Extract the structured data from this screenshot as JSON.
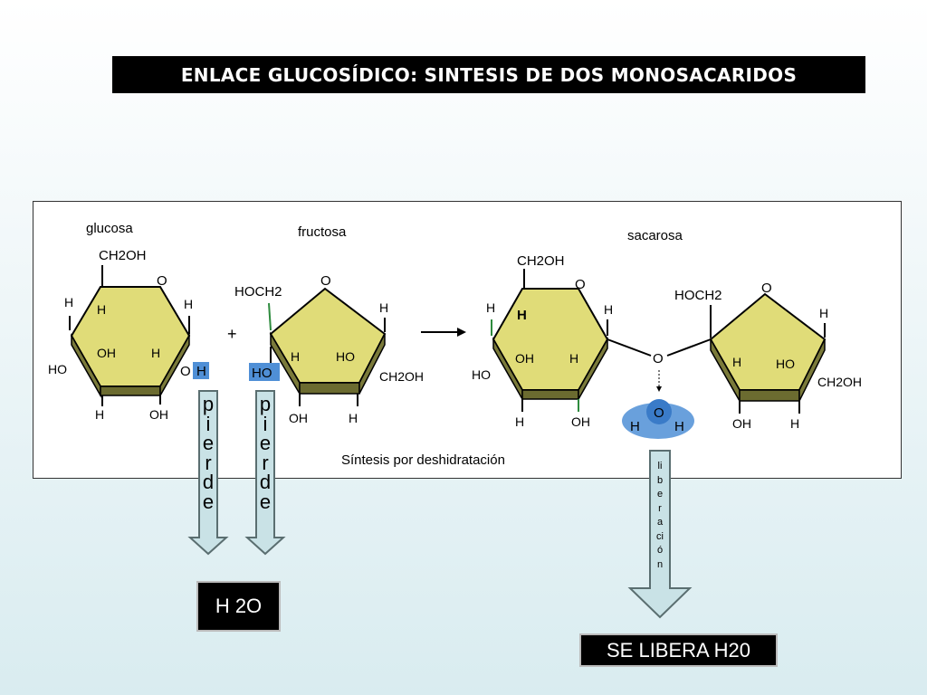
{
  "title": "ENLACE GLUCOSÍDICO: SINTESIS DE DOS MONOSACARIDOS",
  "diagram": {
    "glucosa_label": "glucosa",
    "fructosa_label": "fructosa",
    "sacarosa_label": "sacarosa",
    "caption": "Síntesis por deshidratación",
    "plus": "+",
    "water": {
      "h_left": "H",
      "o": "O",
      "h_right": "H"
    },
    "glucosa": {
      "ch2oh": "CH2OH",
      "ring_o": "O",
      "h_top_left": "H",
      "h_inner_left": "H",
      "h_right": "H",
      "oh_inner": "OH",
      "h_inner_right": "H",
      "ho_left": "HO",
      "oh_right": "O",
      "oh_right_h": "H",
      "h_bottom": "H",
      "oh_bottom": "OH"
    },
    "fructosa": {
      "hoch2": "HOCH2",
      "ring_o": "O",
      "h_right": "H",
      "ho_highlight": "HO",
      "h_inner_left": "H",
      "ho_inner": "HO",
      "ch2oh": "CH2OH",
      "oh_bottom": "OH",
      "h_bottom": "H"
    },
    "sacarosa_glu": {
      "ch2oh": "CH2OH",
      "ring_o": "O",
      "h_left": "H",
      "h_inner": "H",
      "h_right": "H",
      "oh_inner": "OH",
      "h_inner_right": "H",
      "ho_left": "HO",
      "h_bottom": "H",
      "oh_bottom": "OH"
    },
    "link_o": "O",
    "sacarosa_fru": {
      "hoch2": "HOCH2",
      "ring_o": "O",
      "h_right": "H",
      "h_inner_left": "H",
      "ho_inner": "HO",
      "ch2oh": "CH2OH",
      "oh_bottom": "OH",
      "h_bottom": "H"
    }
  },
  "arrow_labels": {
    "pierde_1": [
      "p",
      "i",
      "e",
      "r",
      "d",
      "e"
    ],
    "pierde_2": [
      "p",
      "i",
      "e",
      "r",
      "d",
      "e"
    ],
    "liberacion": [
      "li",
      "b",
      "e",
      "r",
      "a",
      "ci",
      "ó",
      "n"
    ]
  },
  "boxes": {
    "h2o": "H 2O",
    "libera": "SE LIBERA H20"
  },
  "colors": {
    "ring_fill": "#e0dc78",
    "ring_side": "#7a7a3a",
    "highlight_blue": "#4f8fd6",
    "arrow_fill": "#c9e2e6",
    "arrow_stroke": "#5a6e70"
  }
}
